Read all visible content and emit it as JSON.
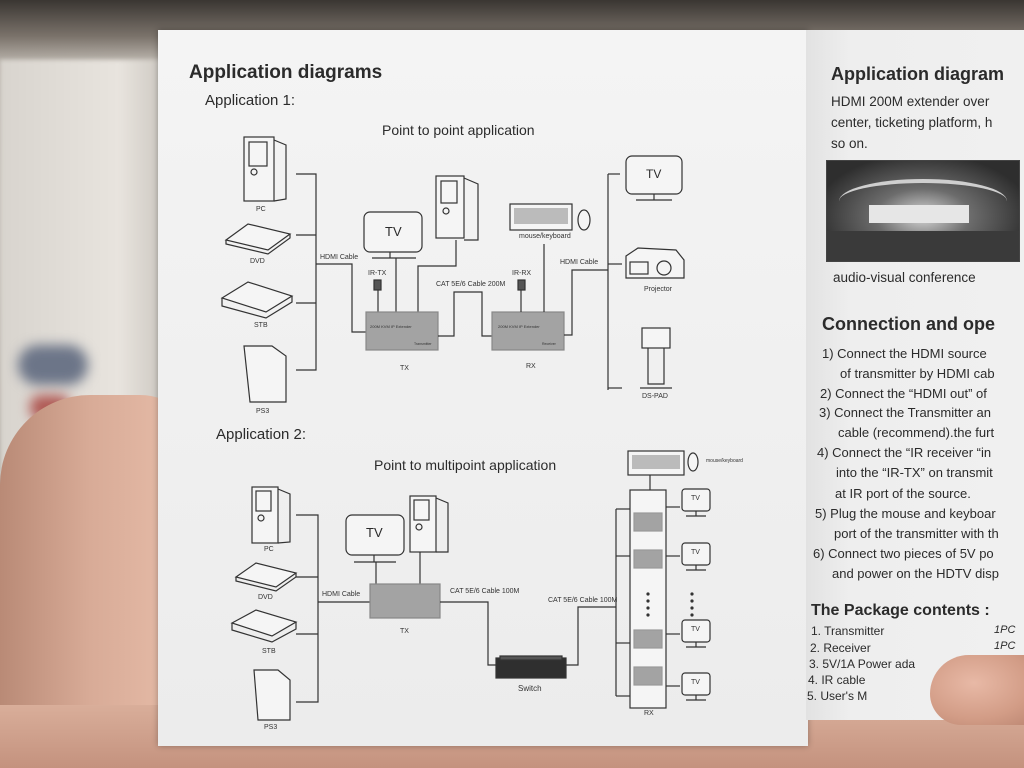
{
  "left_page": {
    "title": "Application diagrams",
    "app1": {
      "heading": "Application 1:",
      "subtitle": "Point to point application",
      "sources": [
        "PC",
        "DVD",
        "STB",
        "PS3"
      ],
      "hdmi_cable_in": "HDMI Cable",
      "tv": "TV",
      "ir_tx": "IR-TX",
      "ir_rx": "IR-RX",
      "cat_cable": "CAT 5E/6 Cable 200M",
      "mouse_keyboard": "mouse/keyboard",
      "hdmi_cable_out": "HDMI Cable",
      "tx_label": "TX",
      "rx_label": "RX",
      "tx_box_title": "200M KVM IP Extender",
      "tx_box_role": "Transmitter",
      "rx_box_title": "200M KVM IP Extender",
      "rx_box_role": "Receiver",
      "outputs": [
        "TV",
        "Projector",
        "DS-PAD"
      ]
    },
    "app2": {
      "heading": "Application 2:",
      "subtitle": "Point to multipoint  application",
      "sources": [
        "PC",
        "DVD",
        "STB",
        "PS3"
      ],
      "hdmi_cable": "HDMI Cable",
      "tv": "TV",
      "cat_cable_1": "CAT 5E/6 Cable 100M",
      "cat_cable_2": "CAT 5E/6 Cable 100M",
      "switch": "Switch",
      "tx_label": "TX",
      "rx_label": "RX",
      "mouse_keyboard": "mouse/keyboard",
      "tv_outputs": [
        "TV",
        "TV",
        "TV",
        "TV"
      ]
    }
  },
  "right_page": {
    "title": "Application diagram",
    "intro_lines": [
      "HDMI 200M extender over",
      "center, ticketing platform, h",
      "so on."
    ],
    "photo_caption": "audio-visual conference",
    "connection_title": "Connection and ope",
    "steps": [
      "1) Connect the HDMI source",
      "of transmitter by HDMI cab",
      "2) Connect the “HDMI out” of",
      "3) Connect the Transmitter an",
      "cable (recommend).the furt",
      "4) Connect the “IR receiver “in",
      "into the “IR-TX” on transmit",
      "at IR port of the source.",
      "5) Plug the mouse and keyboar",
      "port of the transmitter with th",
      "6) Connect two pieces of 5V po",
      "and power on the HDTV disp"
    ],
    "package_title": "The Package contents :",
    "package_items": [
      "1. Transmitter",
      "2. Receiver",
      "3. 5V/1A Power ada",
      "4. IR cable",
      "5. User's M"
    ],
    "package_qty": [
      "1PC",
      "1PC"
    ]
  },
  "colors": {
    "paper": "#f2f2f2",
    "ink": "#2b2b2b",
    "device_box": "#a3a3a3"
  }
}
